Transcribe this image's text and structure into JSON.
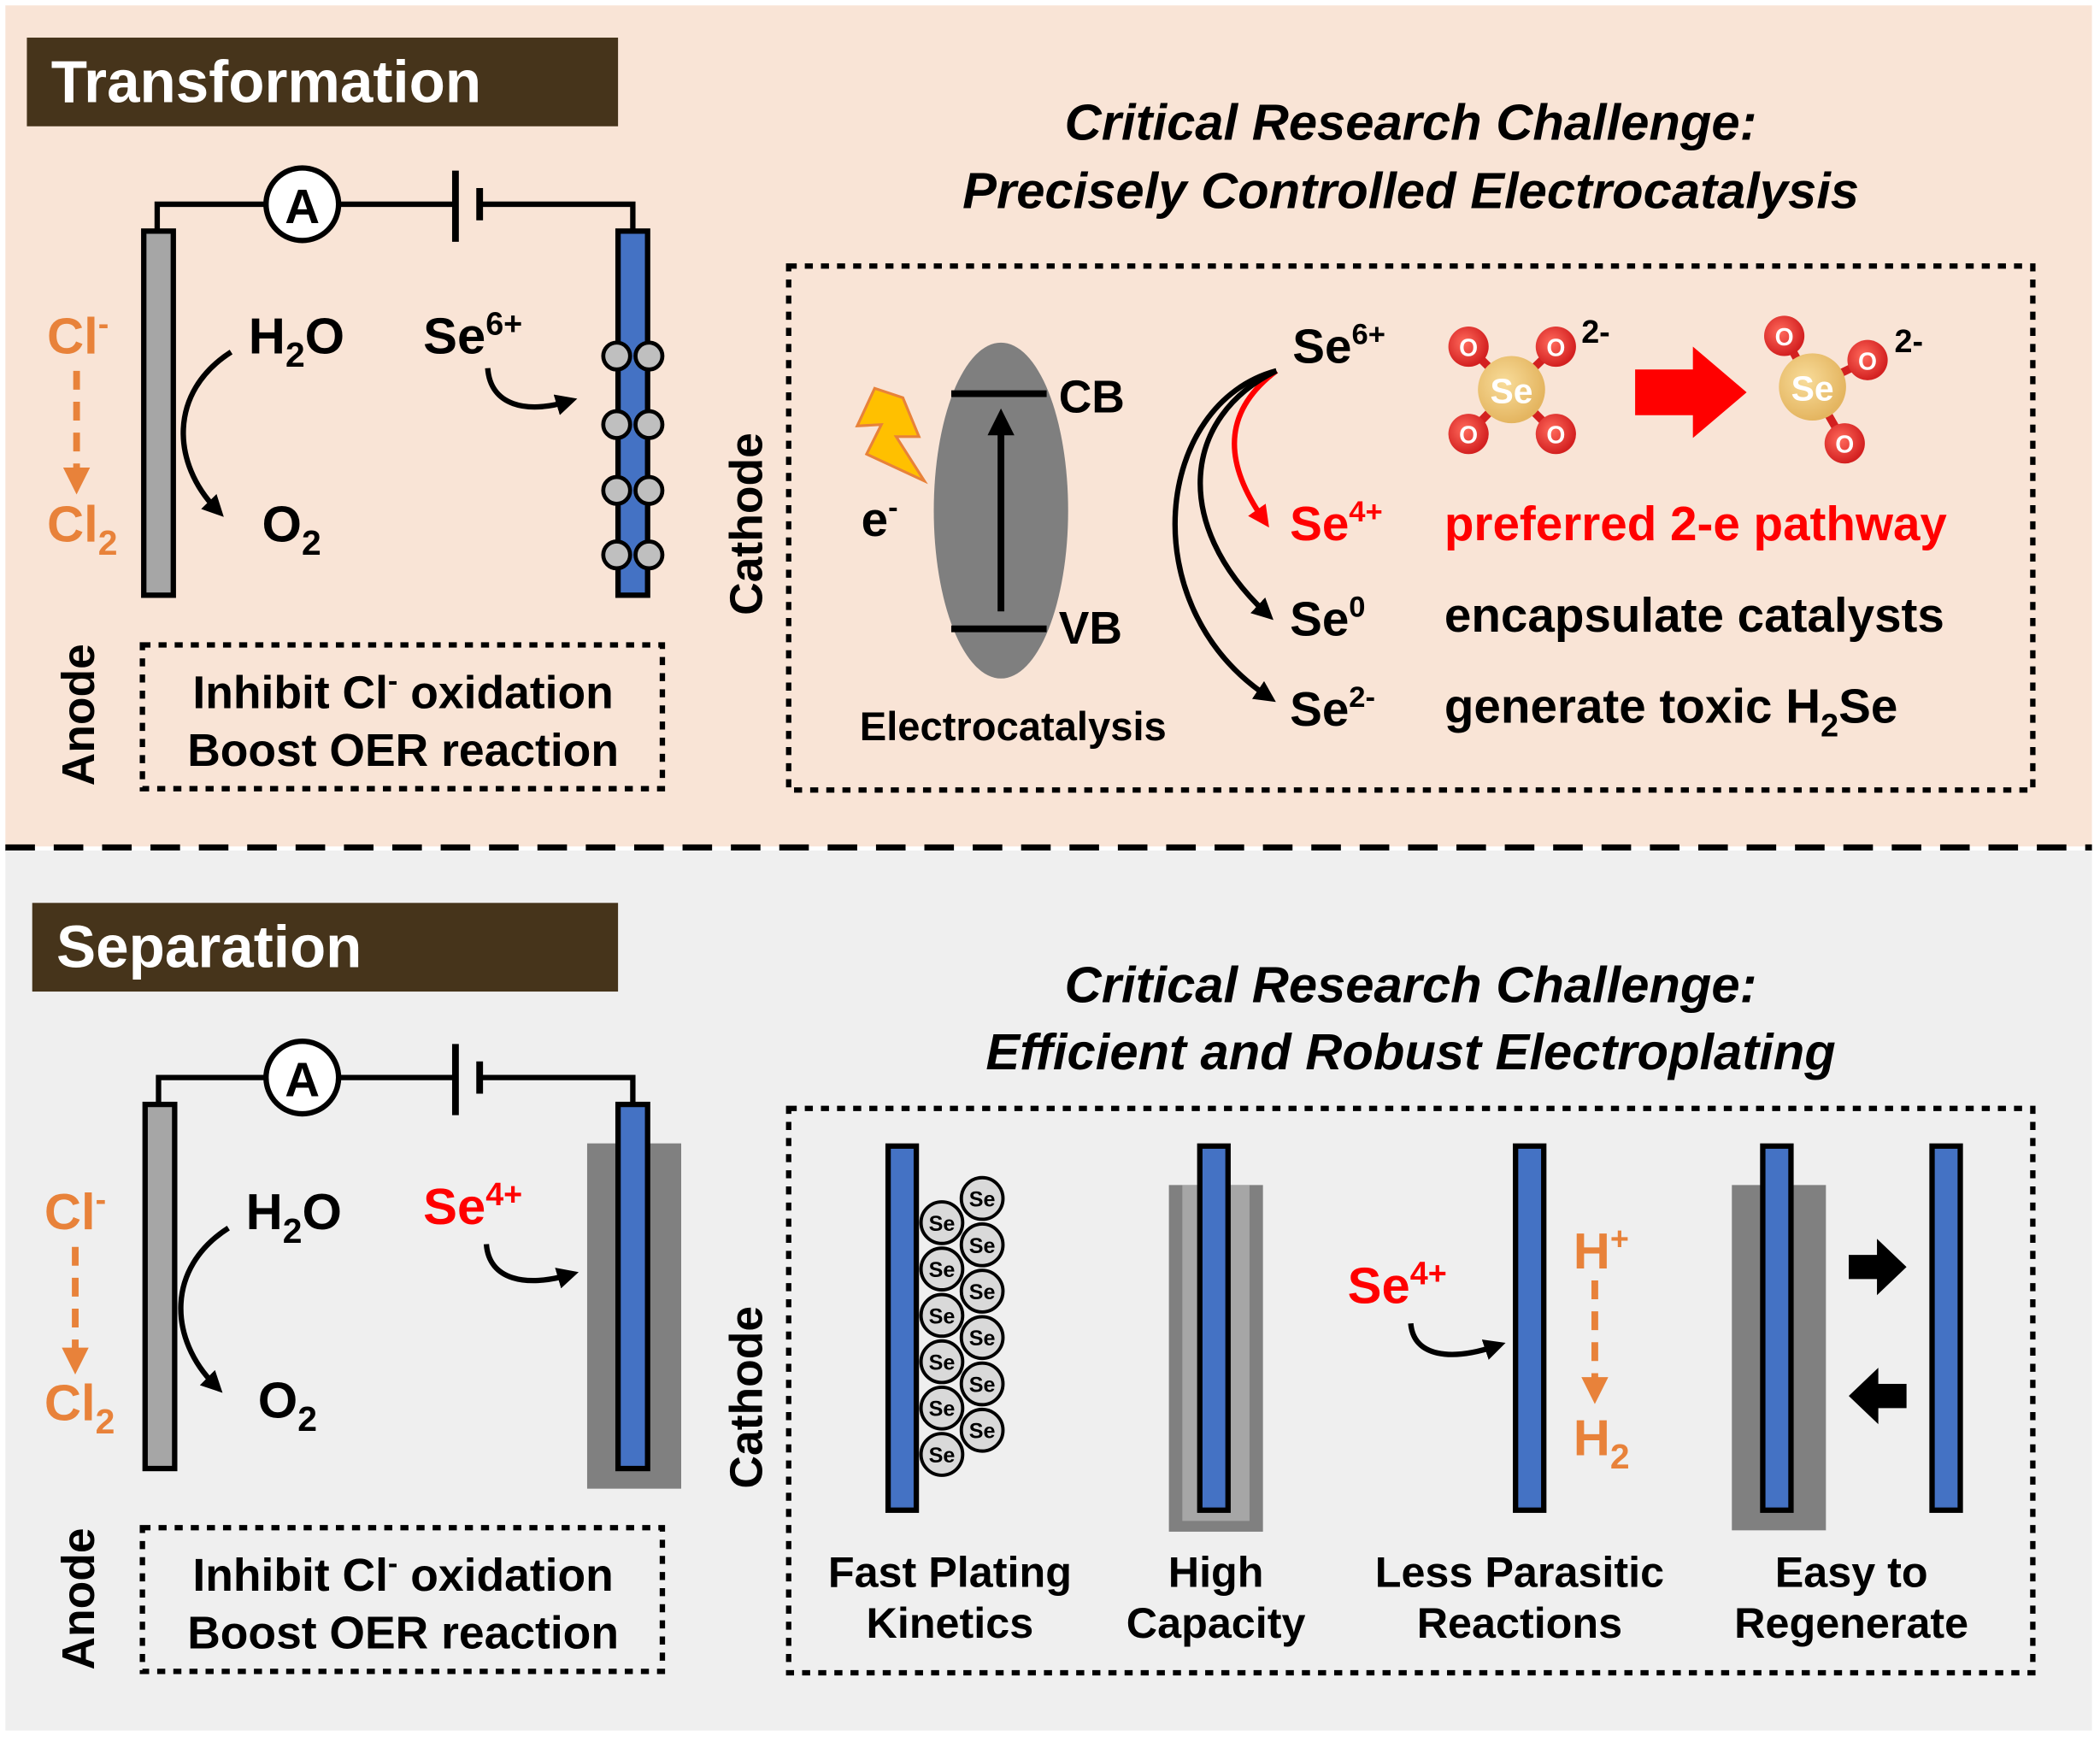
{
  "colors": {
    "top_bg": "#f9e4d6",
    "bottom_bg": "#efefef",
    "label_box": "#46341b",
    "label_text": "#ffffff",
    "orange": "#e8823a",
    "red": "#ff0000",
    "electrode_blue": "#4472c4",
    "electrode_gray": "#a6a6a6",
    "dark_gray": "#808080",
    "oval_gray": "#7f7f7f",
    "atom_se": "#f0c36f",
    "atom_o": "#e53935"
  },
  "top": {
    "section_label": "Transformation",
    "challenge_line1": "Critical Research Challenge:",
    "challenge_line2": "Precisely Controlled Electrocatalysis",
    "ammeter": "A",
    "chloride": "Cl",
    "chloride_sup": "-",
    "chlorine": "Cl",
    "chlorine_sub": "2",
    "water": "H",
    "water_sub": "2",
    "water_end": "O",
    "oxygen": "O",
    "oxygen_sub": "2",
    "selenate": "Se",
    "selenate_sup": "6+",
    "anode_label": "Anode",
    "cathode_label": "Cathode",
    "anode_note_line1_pre": "Inhibit Cl",
    "anode_note_line1_sup": "-",
    "anode_note_line1_post": " oxidation",
    "anode_note_line2": "Boost OER reaction",
    "electron": "e",
    "electron_sup": "-",
    "cb": "CB",
    "vb": "VB",
    "electrocatalysis": "Electrocatalysis",
    "species_se6": "Se",
    "species_se6_sup": "6+",
    "species_se4": "Se",
    "species_se4_sup": "4+",
    "species_se0": "Se",
    "species_se0_sup": "0",
    "species_se2": "Se",
    "species_se2_sup": "2-",
    "pathway_preferred": "preferred 2-e pathway",
    "pathway_encapsulate": "encapsulate catalysts",
    "pathway_toxic_pre": "generate toxic H",
    "pathway_toxic_sub": "2",
    "pathway_toxic_post": "Se",
    "atom_se": "Se",
    "atom_o": "O",
    "ion_charge": "2-"
  },
  "bottom": {
    "section_label": "Separation",
    "challenge_line1": "Critical Research Challenge:",
    "challenge_line2": "Efficient and Robust Electroplating",
    "ammeter": "A",
    "chloride": "Cl",
    "chloride_sup": "-",
    "chlorine": "Cl",
    "chlorine_sub": "2",
    "water": "H",
    "water_sub": "2",
    "water_end": "O",
    "oxygen": "O",
    "oxygen_sub": "2",
    "selenite": "Se",
    "selenite_sup": "4+",
    "anode_label": "Anode",
    "cathode_label": "Cathode",
    "anode_note_line1_pre": "Inhibit Cl",
    "anode_note_line1_sup": "-",
    "anode_note_line1_post": " oxidation",
    "anode_note_line2": "Boost OER reaction",
    "se_particle": "Se",
    "proton": "H",
    "proton_sup": "+",
    "hydrogen": "H",
    "hydrogen_sub": "2",
    "feature1_line1": "Fast Plating",
    "feature1_line2": "Kinetics",
    "feature2_line1": "High",
    "feature2_line2": "Capacity",
    "feature3_line1": "Less Parasitic",
    "feature3_line2": "Reactions",
    "feature4_line1": "Easy to",
    "feature4_line2": "Regenerate"
  }
}
